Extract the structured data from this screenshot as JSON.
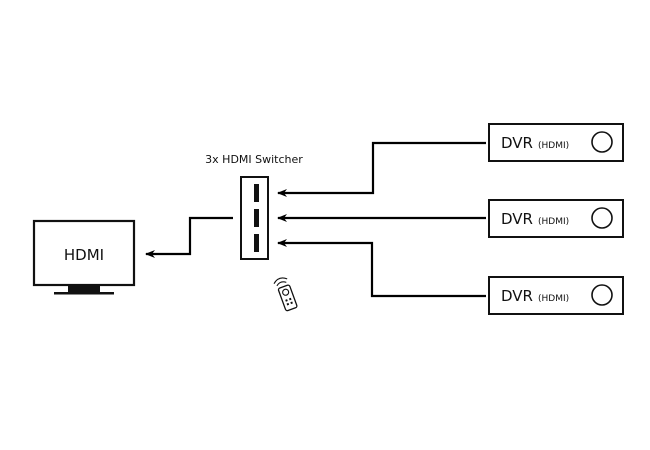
{
  "title": "HDMI switcher connection diagram",
  "tv": {
    "label": "HDMI",
    "icon": "tv-icon"
  },
  "switcher": {
    "caption": "3x HDMI Switcher",
    "ports": 3,
    "icon": "switcher-icon"
  },
  "remote": {
    "icon": "remote-control-icon"
  },
  "sources": [
    {
      "label": "DVR",
      "sublabel": "(HDMI)"
    },
    {
      "label": "DVR",
      "sublabel": "(HDMI)"
    },
    {
      "label": "DVR",
      "sublabel": "(HDMI)"
    }
  ],
  "colors": {
    "line": "#000000",
    "box_border": "#111111",
    "background": "#ffffff"
  }
}
